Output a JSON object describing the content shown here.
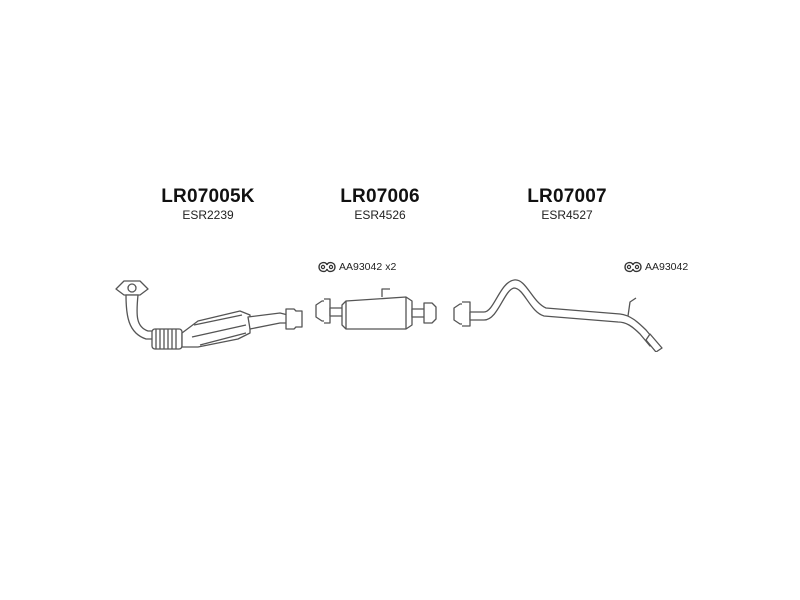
{
  "parts": [
    {
      "code": "LR07005K",
      "ref": "ESR2239"
    },
    {
      "code": "LR07006",
      "ref": "ESR4526"
    },
    {
      "code": "LR07007",
      "ref": "ESR4527"
    }
  ],
  "kits": [
    {
      "code": "AA93042",
      "qty": "x2"
    },
    {
      "code": "AA93042",
      "qty": ""
    }
  ],
  "colors": {
    "stroke": "#555555",
    "fill": "#ffffff",
    "text": "#111111"
  },
  "icons": {
    "kit": "rubber-mount-icon"
  }
}
